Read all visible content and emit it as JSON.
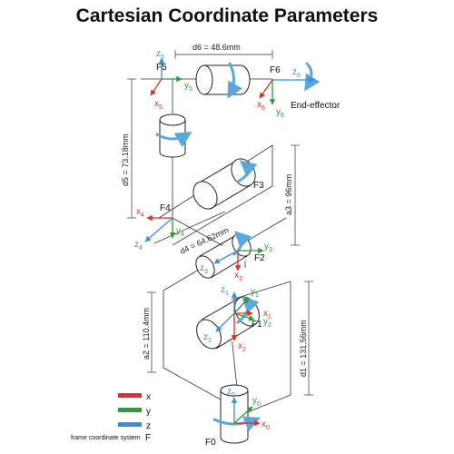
{
  "title": "Cartesian Coordinate Parameters",
  "frames": {
    "f0": "F0",
    "f1": "F1",
    "f2": "F2",
    "f3": "F3",
    "f4": "F4",
    "f5": "F5",
    "f6": "F6"
  },
  "end_effector": "End-effector",
  "dimensions": {
    "d6": "d6 = 48.6mm",
    "d5": "d5 = 73.18mm",
    "a3": "a3 = 96mm",
    "d4": "d4 = 64.62mm",
    "a2": "a2 = 110.4mm",
    "d1": "d1 = 131.56mm"
  },
  "axis_labels": {
    "x": "x",
    "y": "y",
    "z": "z",
    "subs": {
      "s0": "0",
      "s1": "1",
      "s2": "2",
      "s3": "3",
      "s4": "4",
      "s5": "5",
      "s6": "6"
    }
  },
  "legend": {
    "x": "x",
    "y": "y",
    "z": "z",
    "note": "frame coordinate system",
    "note_f": "F"
  },
  "colors": {
    "x": "#e0302b",
    "y": "#2d9a3b",
    "z": "#3a8fd6",
    "rotation": "#5aa7dc"
  }
}
